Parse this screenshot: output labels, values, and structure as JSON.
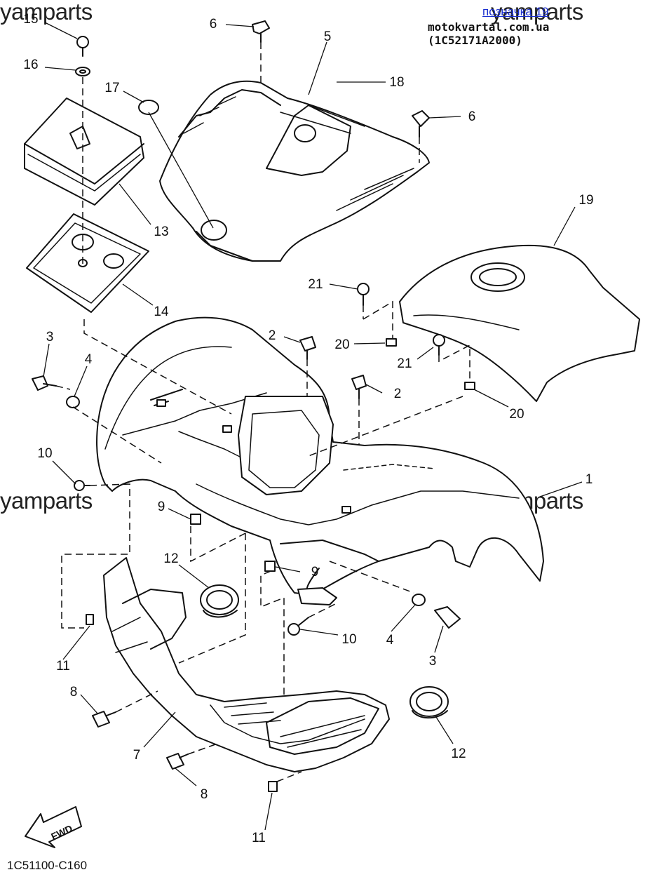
{
  "watermarks": [
    "yamparts",
    "yamparts",
    "yamparts",
    "yamparts",
    "yamparts"
  ],
  "header": {
    "page_link": "позначка 19",
    "site_ref": "motokvartal.com.ua (1C52171A2000)"
  },
  "catalog_code": "1C51100-C160",
  "fwd_label": "FWD",
  "callouts": [
    "15",
    "16",
    "17",
    "6",
    "5",
    "18",
    "6",
    "13",
    "19",
    "14",
    "21",
    "2",
    "20",
    "3",
    "4",
    "21",
    "2",
    "20",
    "10",
    "1",
    "9",
    "12",
    "9",
    "11",
    "10",
    "4",
    "3",
    "8",
    "7",
    "8",
    "12",
    "11"
  ]
}
